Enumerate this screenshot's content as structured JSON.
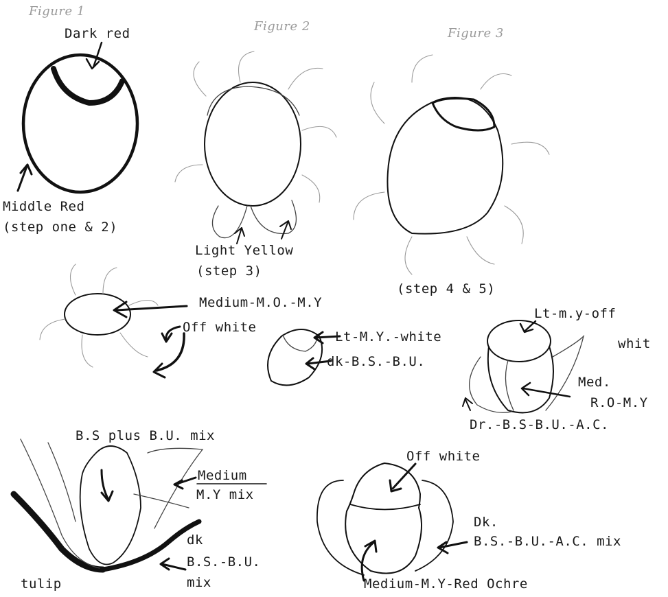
{
  "headings": {
    "fig1": "Figure 1",
    "fig2": "Figure 2",
    "fig3": "Figure 3"
  },
  "labels": {
    "dark_red": "Dark red",
    "middle_red_1": "Middle Red",
    "middle_red_2": "(step one & 2)",
    "light_yellow_1": "Light Yellow",
    "light_yellow_2": "(step 3)",
    "step45": "(step 4 & 5)",
    "medium_mo_my": "Medium-M.O.-M.Y",
    "off_white_1": "Off white",
    "lt_my_white": "Lt-M.Y.-white",
    "dk_bs_bu": "dk-B.S.-B.U.",
    "lt_my_off_1": "Lt-m.y-off",
    "lt_my_off_2": "whit",
    "med_1": "Med.",
    "med_2": "R.O-M.Y",
    "dr_bs_bu_ac": "Dr.-B.S-B.U.-A.C.",
    "bs_plus_bu": "B.S plus B.U. mix",
    "medium_my_1": "Medium",
    "medium_my_2": "M.Y mix",
    "dk_bsbu_1": "dk",
    "dk_bsbu_2": "B.S.-B.U.",
    "dk_bsbu_3": "mix",
    "tulip": "tulip",
    "off_white_2": "Off white",
    "dk_mix_1": "Dk.",
    "dk_mix_2": "B.S.-B.U.-A.C. mix",
    "medium_my_red": "Medium-M.Y-Red Ochre"
  }
}
